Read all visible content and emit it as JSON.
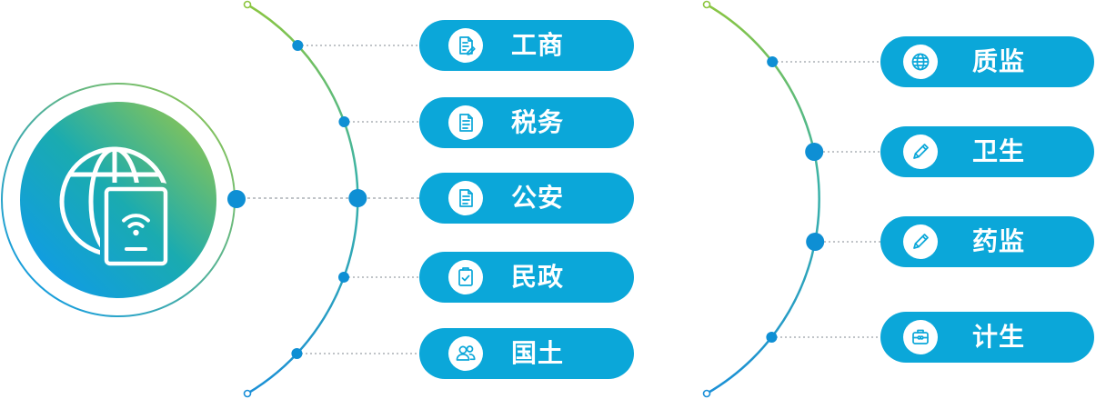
{
  "hub": {
    "icon": "globe-tablet-wifi-icon"
  },
  "left_nodes": [
    {
      "label": "工商",
      "icon": "document-pen-icon"
    },
    {
      "label": "税务",
      "icon": "document-icon"
    },
    {
      "label": "公安",
      "icon": "document-icon"
    },
    {
      "label": "民政",
      "icon": "clipboard-check-icon"
    },
    {
      "label": "国土",
      "icon": "users-icon"
    }
  ],
  "right_nodes": [
    {
      "label": "质监",
      "icon": "globe-icon"
    },
    {
      "label": "卫生",
      "icon": "pencil-icon"
    },
    {
      "label": "药监",
      "icon": "pencil-icon"
    },
    {
      "label": "计生",
      "icon": "toolbox-icon"
    }
  ],
  "colors": {
    "pill": "#0ba7d9",
    "pill_text": "#ffffff",
    "dot": "#0e8fd4",
    "connector": "#9aa0a6",
    "arc_top": "#8cc63f",
    "arc_mid": "#3bb3a6",
    "arc_bottom": "#1a8fd8",
    "hub_blue": "#0f9be8",
    "hub_teal": "#1aabb0",
    "hub_green": "#8cc553"
  }
}
